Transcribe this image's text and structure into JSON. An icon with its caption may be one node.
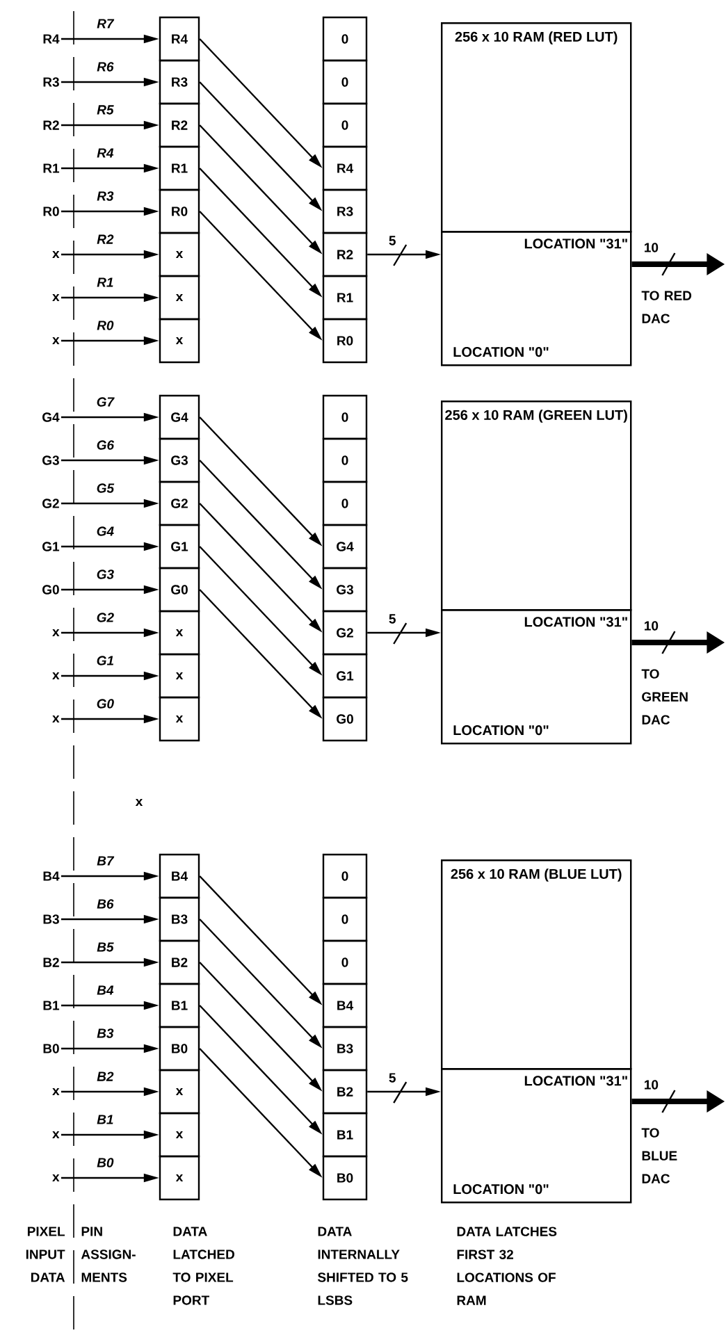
{
  "diagram": {
    "nodes": [
      {
        "text": [
          "R4"
        ]
      },
      {
        "text": [
          "R3"
        ]
      },
      {
        "text": [
          "R2"
        ]
      },
      {
        "text": [
          "R1"
        ]
      },
      {
        "text": [
          "R0"
        ]
      },
      {
        "text": [
          "x"
        ]
      },
      {
        "text": [
          "x"
        ]
      },
      {
        "text": [
          "x"
        ]
      },
      {
        "text": [
          "R4"
        ]
      },
      {
        "text": [
          "R3"
        ]
      },
      {
        "text": [
          "R2"
        ]
      },
      {
        "text": [
          "R1"
        ]
      },
      {
        "text": [
          "R0"
        ]
      },
      {
        "text": [
          "x"
        ]
      },
      {
        "text": [
          "x"
        ]
      },
      {
        "text": [
          "x"
        ]
      },
      {
        "text": [
          "0"
        ]
      },
      {
        "text": [
          "0"
        ]
      },
      {
        "text": [
          "0"
        ]
      },
      {
        "text": [
          "R4"
        ]
      },
      {
        "text": [
          "R3"
        ]
      },
      {
        "text": [
          "R2"
        ]
      },
      {
        "text": [
          "R1"
        ]
      },
      {
        "text": [
          "R0"
        ]
      },
      {
        "text": [
          "256 x 10 RAM (RED LUT)"
        ]
      },
      {
        "text": [
          "LOCATION \"31\"",
          "LOCATION \"0\""
        ]
      },
      {
        "text": [
          "G4"
        ]
      },
      {
        "text": [
          "G3"
        ]
      },
      {
        "text": [
          "G2"
        ]
      },
      {
        "text": [
          "G1"
        ]
      },
      {
        "text": [
          "G0"
        ]
      },
      {
        "text": [
          "x"
        ]
      },
      {
        "text": [
          "x"
        ]
      },
      {
        "text": [
          "x"
        ]
      },
      {
        "text": [
          "G4"
        ]
      },
      {
        "text": [
          "G3"
        ]
      },
      {
        "text": [
          "G2"
        ]
      },
      {
        "text": [
          "G1"
        ]
      },
      {
        "text": [
          "G0"
        ]
      },
      {
        "text": [
          "x"
        ]
      },
      {
        "text": [
          "x"
        ]
      },
      {
        "text": [
          "x"
        ]
      },
      {
        "text": [
          "0"
        ]
      },
      {
        "text": [
          "0"
        ]
      },
      {
        "text": [
          "0"
        ]
      },
      {
        "text": [
          "G4"
        ]
      },
      {
        "text": [
          "G3"
        ]
      },
      {
        "text": [
          "G2"
        ]
      },
      {
        "text": [
          "G1"
        ]
      },
      {
        "text": [
          "G0"
        ]
      },
      {
        "text": [
          "256 x 10 RAM (GREEN LUT)"
        ]
      },
      {
        "text": [
          "LOCATION \"31\"",
          "LOCATION \"0\""
        ]
      },
      {
        "text": [
          "B4"
        ]
      },
      {
        "text": [
          "B3"
        ]
      },
      {
        "text": [
          "B2"
        ]
      },
      {
        "text": [
          "B1"
        ]
      },
      {
        "text": [
          "B0"
        ]
      },
      {
        "text": [
          "x"
        ]
      },
      {
        "text": [
          "x"
        ]
      },
      {
        "text": [
          "x"
        ]
      },
      {
        "text": [
          "B4"
        ]
      },
      {
        "text": [
          "B3"
        ]
      },
      {
        "text": [
          "B2"
        ]
      },
      {
        "text": [
          "B1"
        ]
      },
      {
        "text": [
          "B0"
        ]
      },
      {
        "text": [
          "x"
        ]
      },
      {
        "text": [
          "x"
        ]
      },
      {
        "text": [
          "x"
        ]
      },
      {
        "text": [
          "0"
        ]
      },
      {
        "text": [
          "0"
        ]
      },
      {
        "text": [
          "0"
        ]
      },
      {
        "text": [
          "B4"
        ]
      },
      {
        "text": [
          "B3"
        ]
      },
      {
        "text": [
          "B2"
        ]
      },
      {
        "text": [
          "B1"
        ]
      },
      {
        "text": [
          "B0"
        ]
      },
      {
        "text": [
          "256 x 10 RAM (BLUE LUT)"
        ]
      },
      {
        "text": [
          "LOCATION \"31\"",
          "LOCATION \"0\""
        ]
      }
    ],
    "edges": [
      {
        "from": 0,
        "to": 8,
        "arrow": "to",
        "label": "R7"
      },
      {
        "from": 1,
        "to": 9,
        "arrow": "to",
        "label": "R6"
      },
      {
        "from": 2,
        "to": 10,
        "arrow": "to",
        "label": "R5"
      },
      {
        "from": 3,
        "to": 11,
        "arrow": "to",
        "label": "R4"
      },
      {
        "from": 4,
        "to": 12,
        "arrow": "to",
        "label": "R3"
      },
      {
        "from": 5,
        "to": 13,
        "arrow": "to",
        "label": "R2"
      },
      {
        "from": 6,
        "to": 14,
        "arrow": "to",
        "label": "R1"
      },
      {
        "from": 7,
        "to": 15,
        "arrow": "to",
        "label": "R0"
      },
      {
        "from": 8,
        "to": 19,
        "arrow": "to"
      },
      {
        "from": 9,
        "to": 20,
        "arrow": "to"
      },
      {
        "from": 10,
        "to": 21,
        "arrow": "to"
      },
      {
        "from": 11,
        "to": 22,
        "arrow": "to"
      },
      {
        "from": 12,
        "to": 23,
        "arrow": "to"
      },
      {
        "from": 21,
        "to": 25,
        "arrow": "to",
        "label": "5"
      },
      {
        "from": 25,
        "to": null,
        "arrow": "to",
        "label": "10",
        "style": "thick"
      },
      {
        "from": 26,
        "to": 34,
        "arrow": "to",
        "label": "G7"
      },
      {
        "from": 27,
        "to": 35,
        "arrow": "to",
        "label": "G6"
      },
      {
        "from": 28,
        "to": 36,
        "arrow": "to",
        "label": "G5"
      },
      {
        "from": 29,
        "to": 37,
        "arrow": "to",
        "label": "G4"
      },
      {
        "from": 30,
        "to": 38,
        "arrow": "to",
        "label": "G3"
      },
      {
        "from": 31,
        "to": 39,
        "arrow": "to",
        "label": "G2"
      },
      {
        "from": 32,
        "to": 40,
        "arrow": "to",
        "label": "G1"
      },
      {
        "from": 33,
        "to": 41,
        "arrow": "to",
        "label": "G0"
      },
      {
        "from": 34,
        "to": 45,
        "arrow": "to"
      },
      {
        "from": 35,
        "to": 46,
        "arrow": "to"
      },
      {
        "from": 36,
        "to": 47,
        "arrow": "to"
      },
      {
        "from": 37,
        "to": 48,
        "arrow": "to"
      },
      {
        "from": 38,
        "to": 49,
        "arrow": "to"
      },
      {
        "from": 47,
        "to": 51,
        "arrow": "to",
        "label": "5"
      },
      {
        "from": 51,
        "to": null,
        "arrow": "to",
        "label": "10",
        "style": "thick"
      },
      {
        "from": 52,
        "to": 60,
        "arrow": "to",
        "label": "B7"
      },
      {
        "from": 53,
        "to": 61,
        "arrow": "to",
        "label": "B6"
      },
      {
        "from": 54,
        "to": 62,
        "arrow": "to",
        "label": "B5"
      },
      {
        "from": 55,
        "to": 63,
        "arrow": "to",
        "label": "B4"
      },
      {
        "from": 56,
        "to": 64,
        "arrow": "to",
        "label": "B3"
      },
      {
        "from": 57,
        "to": 65,
        "arrow": "to",
        "label": "B2"
      },
      {
        "from": 58,
        "to": 66,
        "arrow": "to",
        "label": "B1"
      },
      {
        "from": 59,
        "to": 67,
        "arrow": "to",
        "label": "B0"
      },
      {
        "from": 60,
        "to": 71,
        "arrow": "to"
      },
      {
        "from": 61,
        "to": 72,
        "arrow": "to"
      },
      {
        "from": 62,
        "to": 73,
        "arrow": "to"
      },
      {
        "from": 63,
        "to": 74,
        "arrow": "to"
      },
      {
        "from": 64,
        "to": 75,
        "arrow": "to"
      },
      {
        "from": 73,
        "to": 77,
        "arrow": "to",
        "label": "5"
      },
      {
        "from": 77,
        "to": null,
        "arrow": "to",
        "label": "10",
        "style": "thick"
      }
    ],
    "labels": [
      "TO RED DAC",
      "TO GREEN DAC",
      "x",
      "TO BLUE DAC",
      "PIXEL INPUT DATA",
      "PIN ASSIGN- MENTS",
      "DATA LATCHED TO PIXEL PORT",
      "DATA INTERNALLY SHIFTED TO 5 LSBS",
      "DATA LATCHES FIRST 32 LOCATIONS OF RAM"
    ]
  }
}
